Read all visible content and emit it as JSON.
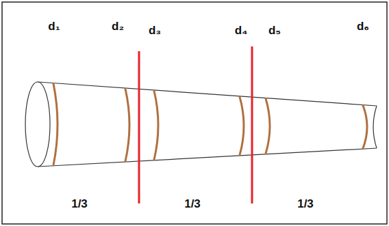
{
  "diagram": {
    "labels": [
      "d₁",
      "d₂",
      "d₃",
      "d₄",
      "d₅",
      "d₆",
      "1/3",
      "1/3",
      "1/3"
    ]
  }
}
